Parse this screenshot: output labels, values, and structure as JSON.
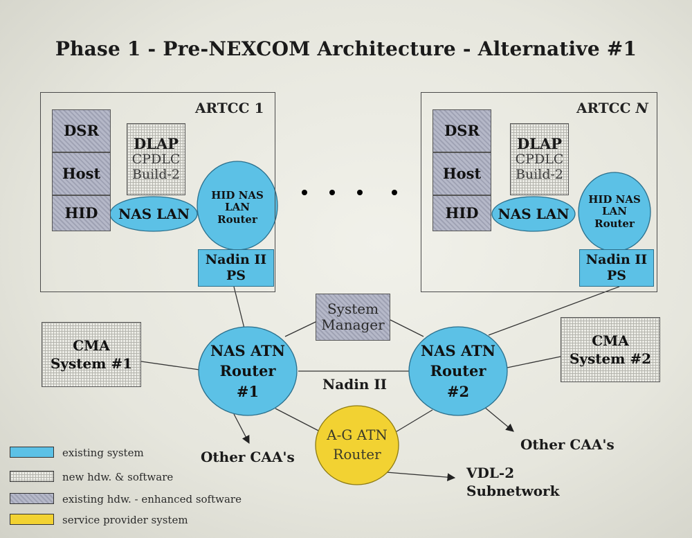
{
  "title": "Phase 1 - Pre-NEXCOM Architecture - Alternative #1",
  "artcc_left": {
    "label": "ARTCC 1",
    "dsr": "DSR",
    "host": "Host",
    "hid": "HID",
    "dlap": {
      "title": "DLAP",
      "line1": "CPDLC",
      "line2": "Build-2"
    },
    "nas_lan": "NAS LAN",
    "router": {
      "line1": "HID NAS",
      "line2": "LAN",
      "line3": "Router"
    },
    "nadin": {
      "line1": "Nadin II",
      "line2": "PS"
    }
  },
  "artcc_right": {
    "label_prefix": "ARTCC ",
    "label_suffix": "N",
    "dsr": "DSR",
    "host": "Host",
    "hid": "HID",
    "dlap": {
      "title": "DLAP",
      "line1": "CPDLC",
      "line2": "Build-2"
    },
    "nas_lan": "NAS LAN",
    "router": {
      "line1": "HID NAS",
      "line2": "LAN",
      "line3": "Router"
    },
    "nadin": {
      "line1": "Nadin II",
      "line2": "PS"
    }
  },
  "system_manager": {
    "line1": "System",
    "line2": "Manager"
  },
  "cma1": {
    "line1": "CMA",
    "line2": "System #1"
  },
  "cma2": {
    "line1": "CMA",
    "line2": "System #2"
  },
  "nas_atn_router_1": {
    "line1": "NAS ATN",
    "line2": "Router",
    "line3": "#1"
  },
  "nas_atn_router_2": {
    "line1": "NAS ATN",
    "line2": "Router",
    "line3": "#2"
  },
  "nadin_link_label": "Nadin II",
  "ag_atn_router": {
    "line1": "A-G ATN",
    "line2": "Router"
  },
  "other_caas_left": "Other CAA's",
  "other_caas_right": "Other CAA's",
  "vdl2": {
    "line1": "VDL-2",
    "line2": "Subnetwork"
  },
  "legend": [
    {
      "label": "existing system",
      "style": "blue"
    },
    {
      "label": "new hdw. & software",
      "style": "grid"
    },
    {
      "label": "existing hdw. - enhanced software",
      "style": "hatched"
    },
    {
      "label": "service provider system",
      "style": "yellow"
    }
  ],
  "colors": {
    "existing_system": "#5cc1e6",
    "service_provider": "#f2d232",
    "enhanced_software": "#a9acbf",
    "new_hdw": "#ecece6"
  }
}
